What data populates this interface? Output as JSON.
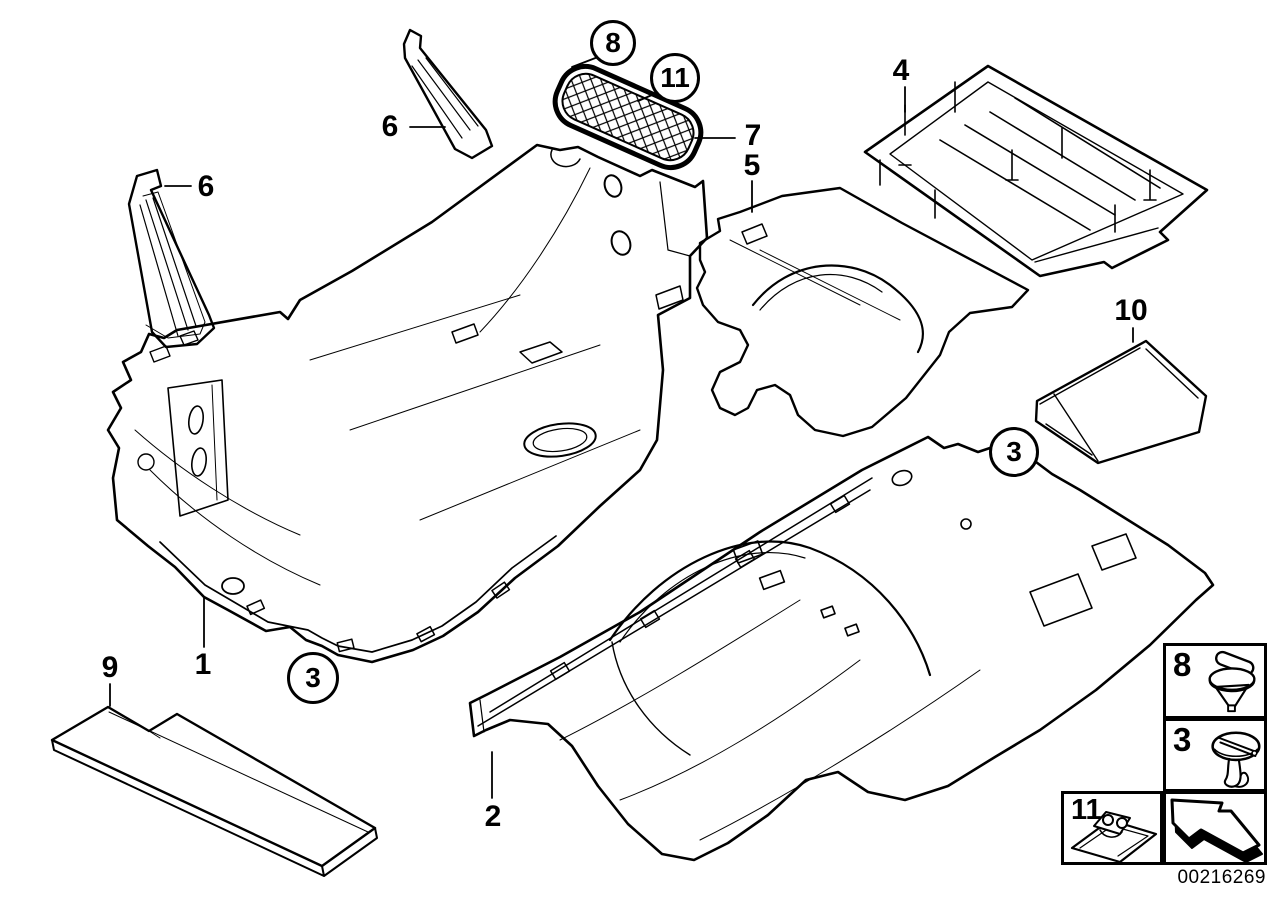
{
  "diagram": {
    "footer_image_number": "00216269",
    "colors": {
      "background": "#ffffff",
      "line": "#000000"
    },
    "callouts": {
      "label_1": "1",
      "label_2": "2",
      "label_4": "4",
      "label_5": "5",
      "label_6_left": "6",
      "label_6_top": "6",
      "label_7": "7",
      "label_9": "9",
      "label_10": "10",
      "circle_3_front": "3",
      "circle_3_rear": "3",
      "circle_8": "8",
      "circle_11": "11"
    },
    "legend": {
      "clip_label": "8",
      "plug_label": "3",
      "bracket_label": "11",
      "icons": {
        "clip": "expanding-rivet-icon",
        "plug": "round-fastener-icon",
        "bracket": "bracket-icon",
        "arrow": "direction-arrow-icon"
      }
    }
  }
}
